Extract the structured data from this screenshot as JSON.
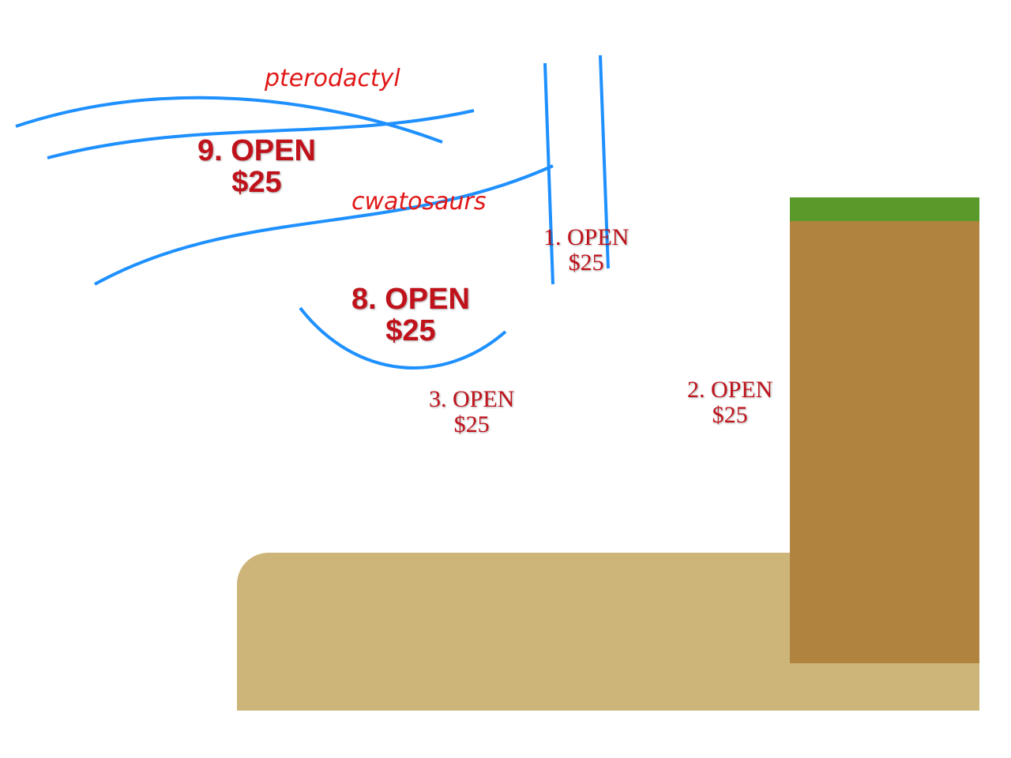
{
  "slots": [
    {
      "label": "9. OPEN",
      "price": "$25"
    },
    {
      "label": "8. OPEN",
      "price": "$25"
    },
    {
      "label": "1. OPEN",
      "price": "$25"
    },
    {
      "label": "2. OPEN",
      "price": "$25"
    },
    {
      "label": "3. OPEN",
      "price": "$25"
    }
  ],
  "notes": {
    "top": "pterodactyl",
    "middle": "cwatosaurs"
  },
  "colors": {
    "label_red": "#c0121b",
    "sketch_blue": "#1e90ff",
    "ground": "#cdb57a"
  }
}
